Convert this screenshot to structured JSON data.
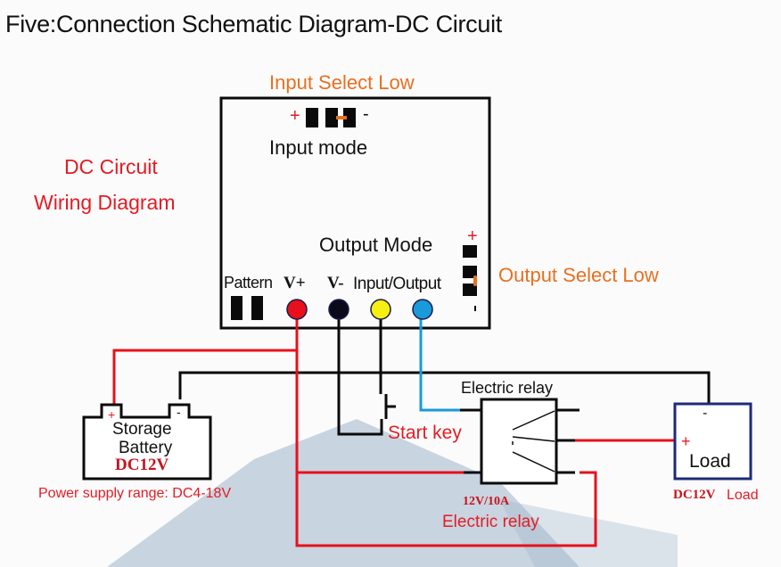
{
  "title": "Five:Connection Schematic Diagram-DC Circuit",
  "side_label": {
    "line1": "DC Circuit",
    "line2": "Wiring Diagram"
  },
  "module": {
    "input_select_label": "Input Select Low",
    "input_mode_label": "Input mode",
    "input_plus": "+",
    "input_minus": "-",
    "output_mode_label": "Output Mode",
    "output_plus": "+",
    "output_minus": "-",
    "output_select_label": "Output Select Low",
    "pattern_label": "Pattern",
    "terminals": [
      {
        "label": "V+",
        "color": "#e8101a"
      },
      {
        "label": "V-",
        "color": "#0a0a1a"
      },
      {
        "label": "",
        "color": "#f5ef12"
      },
      {
        "label": "",
        "color": "#1a9ad8"
      }
    ],
    "io_label": "Input/Output"
  },
  "battery": {
    "line1": "Storage",
    "line2": "Battery",
    "voltage": "DC12V",
    "plus": "+",
    "minus": "-",
    "range": "Power supply range: DC4-18V"
  },
  "start_key": "Start key",
  "relay": {
    "top_label": "Electric relay",
    "rating": "12V/10A",
    "bottom_label": "Electric relay"
  },
  "load": {
    "label": "Load",
    "plus": "+",
    "minus": "-",
    "caption_voltage": "DC12V",
    "caption_text": "Load"
  },
  "colors": {
    "wire_red": "#e8101a",
    "wire_black": "#0a0a0a",
    "wire_blue": "#1a9ad8",
    "accent_orange": "#e8701f",
    "load_border": "#1e2a78"
  }
}
